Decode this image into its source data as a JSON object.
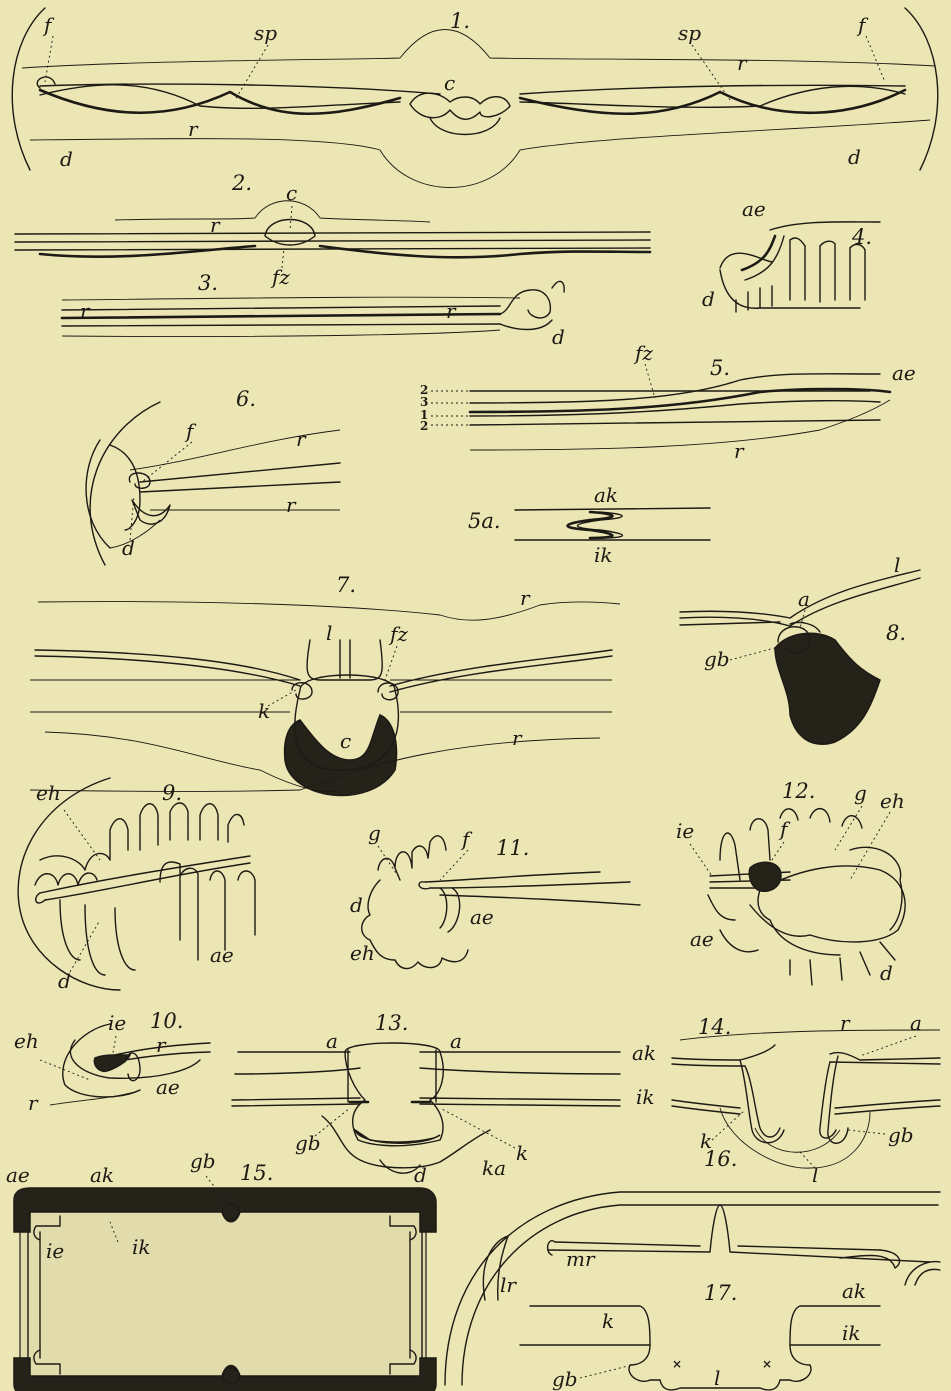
{
  "figures": [
    {
      "num": "1.",
      "labels": [
        "f",
        "sp",
        "c",
        "sp",
        "f",
        "r",
        "d",
        "r",
        "d"
      ]
    },
    {
      "num": "2.",
      "labels": [
        "c",
        "r",
        "fz"
      ]
    },
    {
      "num": "3.",
      "labels": [
        "r",
        "r",
        "d"
      ]
    },
    {
      "num": "4.",
      "labels": [
        "ae",
        "d"
      ]
    },
    {
      "num": "5.",
      "labels": [
        "fz",
        "ae",
        "r",
        "2",
        "3",
        "1",
        "2"
      ]
    },
    {
      "num": "5a.",
      "labels": [
        "ak",
        "ik"
      ]
    },
    {
      "num": "6.",
      "labels": [
        "f",
        "r",
        "r",
        "d"
      ]
    },
    {
      "num": "7.",
      "labels": [
        "r",
        "l",
        "fz",
        "k",
        "c",
        "r"
      ]
    },
    {
      "num": "8.",
      "labels": [
        "l",
        "a",
        "gb"
      ]
    },
    {
      "num": "9.",
      "labels": [
        "eh",
        "d",
        "ae"
      ]
    },
    {
      "num": "10.",
      "labels": [
        "ie",
        "r",
        "eh",
        "ae",
        "r"
      ]
    },
    {
      "num": "11.",
      "labels": [
        "g",
        "f",
        "d",
        "ae",
        "eh"
      ]
    },
    {
      "num": "12.",
      "labels": [
        "g",
        "f",
        "eh",
        "ie",
        "ae",
        "d"
      ]
    },
    {
      "num": "13.",
      "labels": [
        "a",
        "a",
        "gb",
        "k"
      ]
    },
    {
      "num": "14.",
      "labels": [
        "r",
        "a",
        "ak",
        "ik",
        "k",
        "gb",
        "l"
      ]
    },
    {
      "num": "15.",
      "labels": [
        "ae",
        "ak",
        "gb",
        "d",
        "ie",
        "ik"
      ]
    },
    {
      "num": "16.",
      "labels": [
        "ka",
        "lr",
        "mr"
      ]
    },
    {
      "num": "17.",
      "labels": [
        "k",
        "ak",
        "ik",
        "gb",
        "×",
        "×",
        "l"
      ]
    }
  ]
}
